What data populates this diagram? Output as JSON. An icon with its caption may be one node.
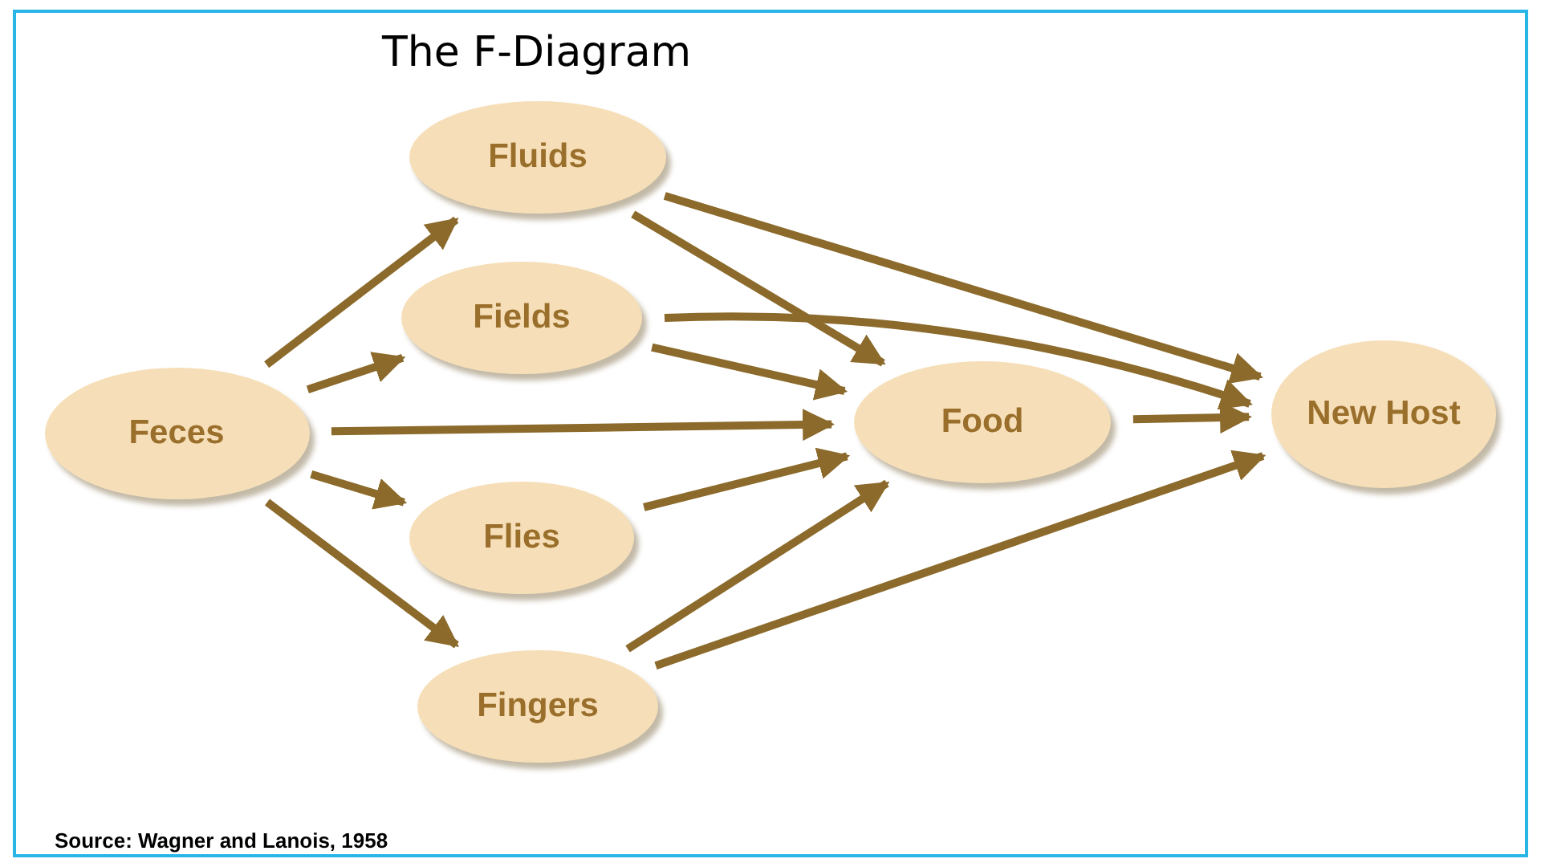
{
  "diagram": {
    "title": "The F-Diagram",
    "nodes": [
      {
        "text": [
          "Feces"
        ]
      },
      {
        "text": [
          "Fluids"
        ]
      },
      {
        "text": [
          "Fields"
        ]
      },
      {
        "text": [
          "Flies"
        ]
      },
      {
        "text": [
          "Fingers"
        ]
      },
      {
        "text": [
          "Food"
        ]
      },
      {
        "text": [
          "New Host"
        ]
      }
    ],
    "edges": [
      {
        "from": 0,
        "to": 1,
        "arrow": "to"
      },
      {
        "from": 0,
        "to": 2,
        "arrow": "to"
      },
      {
        "from": 0,
        "to": 5,
        "arrow": "to"
      },
      {
        "from": 0,
        "to": 3,
        "arrow": "to"
      },
      {
        "from": 0,
        "to": 4,
        "arrow": "to"
      },
      {
        "from": 1,
        "to": 5,
        "arrow": "to"
      },
      {
        "from": 1,
        "to": 6,
        "arrow": "to"
      },
      {
        "from": 2,
        "to": 5,
        "arrow": "to"
      },
      {
        "from": 2,
        "to": 6,
        "arrow": "to"
      },
      {
        "from": 3,
        "to": 5,
        "arrow": "to"
      },
      {
        "from": 4,
        "to": 5,
        "arrow": "to"
      },
      {
        "from": 4,
        "to": 6,
        "arrow": "to"
      },
      {
        "from": 5,
        "to": 6,
        "arrow": "to"
      }
    ],
    "labels": [
      "Source: Wagner and Lanois, 1958"
    ]
  }
}
